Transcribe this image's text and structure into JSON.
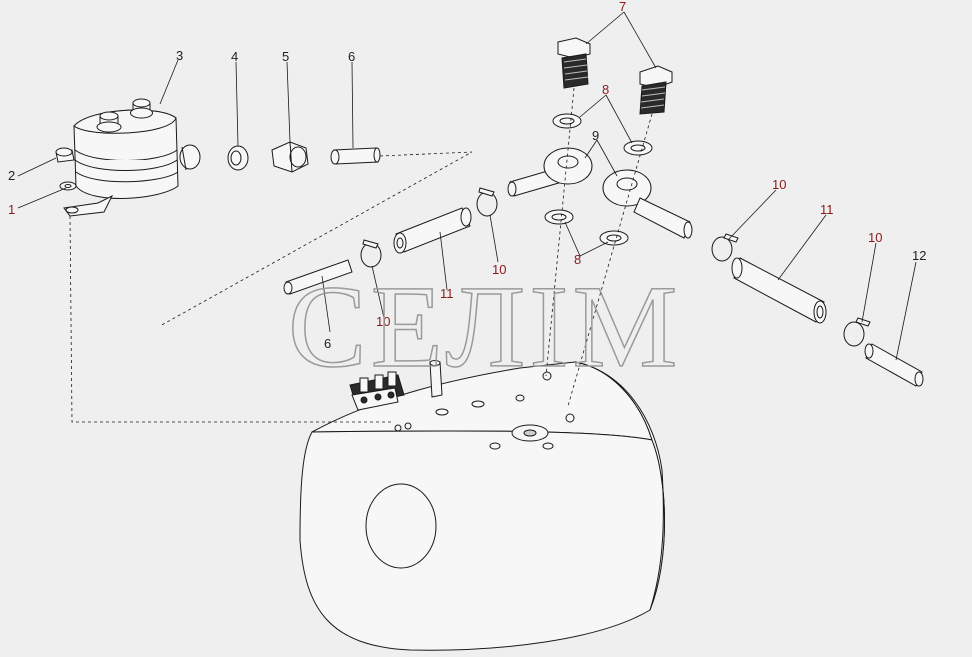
{
  "diagram": {
    "watermark": "СЕЛІМ",
    "callouts": {
      "n1": "1",
      "n2": "2",
      "n3": "3",
      "n4": "4",
      "n5": "5",
      "n6a": "6",
      "n6b": "6",
      "n7": "7",
      "n8a": "8",
      "n8b": "8",
      "n9": "9",
      "n10a": "10",
      "n10b": "10",
      "n10c": "10",
      "n10d": "10",
      "n11a": "11",
      "n11b": "11",
      "n12": "12"
    }
  },
  "colors": {
    "background": "#efefef",
    "line": "#1a1a1a",
    "part_fill": "#f7f7f7",
    "dark_fill": "#2a2a2a",
    "callout_red": "#8a1a1a",
    "callout_dark": "#222222",
    "watermark": "#9a9a9a"
  }
}
